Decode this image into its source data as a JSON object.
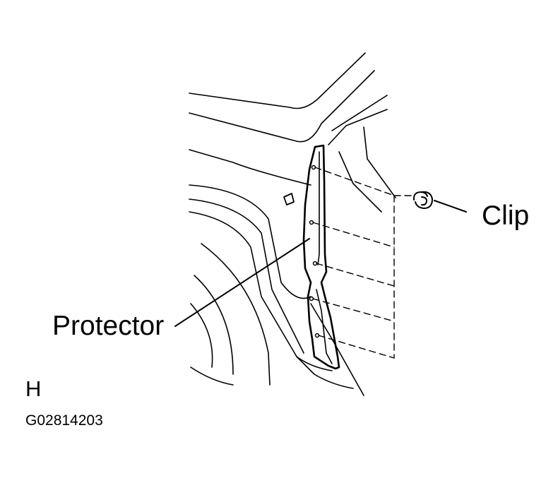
{
  "labels": {
    "protector": "Protector",
    "clip": "Clip",
    "view": "H",
    "figure_code": "G02814203"
  }
}
